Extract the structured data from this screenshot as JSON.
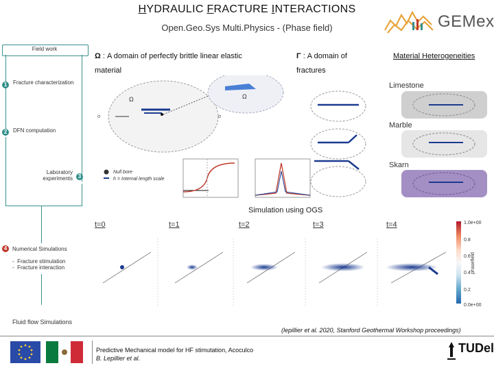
{
  "header": {
    "title_parts": [
      {
        "cap": "H",
        "rest": "YDRAULIC "
      },
      {
        "cap": "F",
        "rest": "RACTURE "
      },
      {
        "cap": "I",
        "rest": "NTERACTIONS"
      }
    ],
    "subtitle": "Open.Geo.Sys Multi.Physics - (Phase field)",
    "logo_text": "GEMex"
  },
  "workflow": {
    "field_work": "Field work",
    "steps": [
      {
        "num": "1",
        "text": "Fracture characterization",
        "color": "#2e8f8a"
      },
      {
        "num": "2",
        "text": "DFN computation",
        "color": "#2e8f8a"
      },
      {
        "num": "3",
        "text": "Laboratory experiments",
        "color": "#2e8f8a"
      },
      {
        "num": "4",
        "text": "Numerical Simulations",
        "color": "#c0392b"
      }
    ],
    "sim_bullets": [
      "Fracture stimulation",
      "Fracture interaction"
    ],
    "fluid_flow": "Fluid flow Simulations"
  },
  "omega_panel": {
    "symbol": "Ω",
    "text_line1": ": A domain of perfectly brittle linear elastic",
    "text_line2": "material"
  },
  "gamma_panel": {
    "symbol": "Γ",
    "text_line1": ": A domain of",
    "text_line2": "fractures"
  },
  "materials": {
    "title": "Material Heterogeneities",
    "items": [
      {
        "name": "Limestone",
        "color": "#cfcfcf"
      },
      {
        "name": "Marble",
        "color": "#e6e6e6"
      },
      {
        "name": "Skarn",
        "color": "#a48fc4"
      }
    ]
  },
  "lab_chart": {
    "legend": [
      "Null bore",
      "h = Internal length scale"
    ]
  },
  "simulation": {
    "title": "Simulation using OGS",
    "times": [
      "t=0",
      "t=1",
      "t=2",
      "t=3",
      "t=4"
    ],
    "colorbar_label": "phasefield",
    "colorbar_ticks": [
      "1.0e+00",
      "0.8",
      "0.6",
      "0.4",
      "0.2",
      "0.0e+00"
    ]
  },
  "citation": "(lepillier et al. 2020, Stanford Geothermal Workshop proceedings)",
  "footer": {
    "line1": "Predictive Mechanical model for HF stimutation, Acoculco",
    "line2": "B. Lepillier et al.",
    "tudelft": "TUDelft"
  }
}
